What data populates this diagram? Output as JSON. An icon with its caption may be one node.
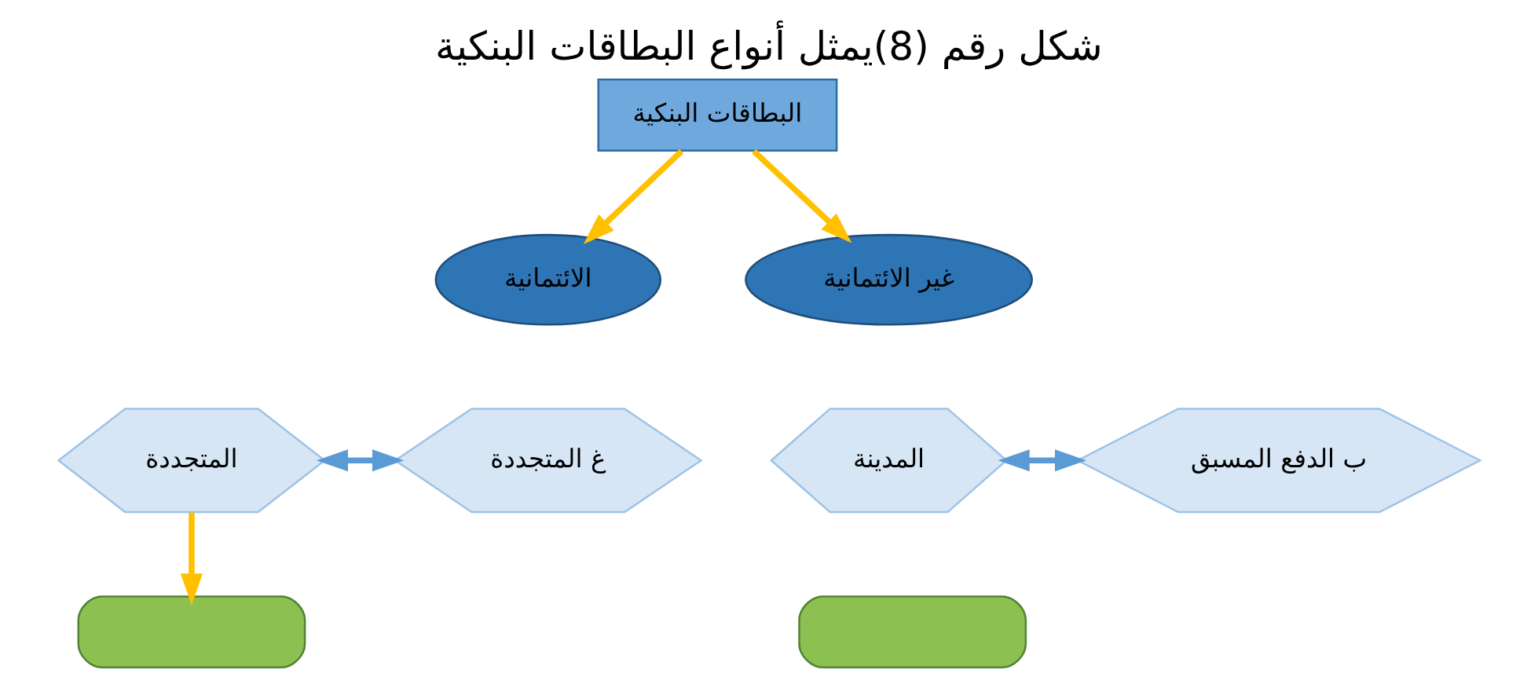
{
  "diagram": {
    "title": "شكل رقم (8)يمثل أنواع البطاقات البنكية",
    "nodes": [
      {
        "text": [
          "البطاقات البنكية"
        ]
      },
      {
        "text": [
          "الائتمانية"
        ]
      },
      {
        "text": [
          "غير الائتمانية"
        ]
      },
      {
        "text": [
          "المتجددة"
        ]
      },
      {
        "text": [
          "غ المتجددة"
        ]
      },
      {
        "text": [
          "المدينة"
        ]
      },
      {
        "text": [
          "ب الدفع المسبق"
        ]
      },
      {
        "text": [],
        "shape": "box"
      },
      {
        "text": [],
        "shape": "box"
      }
    ],
    "edges": [
      {
        "from": 0,
        "to": 1,
        "arrow": "to"
      },
      {
        "from": 0,
        "to": 2,
        "arrow": "to"
      },
      {
        "from": 3,
        "to": 4,
        "arrow": "both",
        "color": "#5b9bd5"
      },
      {
        "from": 5,
        "to": 6,
        "arrow": "both",
        "color": "#5b9bd5"
      },
      {
        "from": 3,
        "to": 7,
        "arrow": "to"
      }
    ]
  }
}
